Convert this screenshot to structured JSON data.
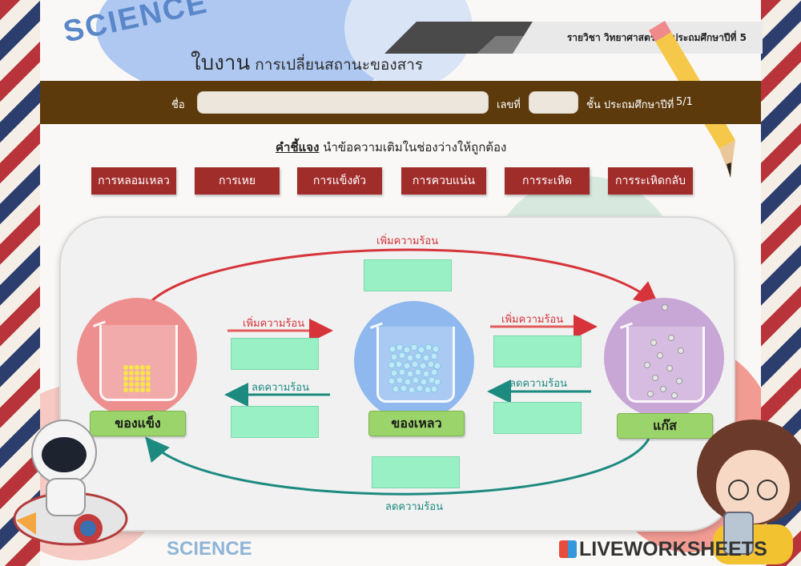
{
  "header": {
    "science_logo": "SCIENCE",
    "worksheet_word": "ใบงาน",
    "worksheet_topic": "การเปลี่ยนสถานะของสาร",
    "subject_tag": "รายวิชา วิทยาศาสตร์  ชั้นประถมศึกษาปีที่ 5"
  },
  "student_bar": {
    "name_label": "ชื่อ",
    "number_label": "เลขที่",
    "class_label": "ชั้น ประถมศึกษาปีที่",
    "class_value": "5/1"
  },
  "instruction": {
    "head": "คำชี้แจง",
    "text": "นำข้อความเติมในช่องว่างให้ถูกต้อง"
  },
  "word_bank": [
    "การหลอมเหลว",
    "การเหย",
    "การแข็งตัว",
    "การควบแน่น",
    "การระเหิด",
    "การระเหิดกลับ"
  ],
  "diagram": {
    "states": {
      "solid": "ของแข็ง",
      "liquid": "ของเหลว",
      "gas": "แก๊ส"
    },
    "arrows": {
      "top_long": "เพิ่มความร้อน",
      "solid_to_liquid": "เพิ่มความร้อน",
      "liquid_to_solid": "ลดความร้อน",
      "liquid_to_gas": "เพิ่มความร้อน",
      "gas_to_liquid": "ลดความร้อน",
      "bottom_long": "ลดความร้อน"
    }
  },
  "footer": {
    "science_text": "SCIENCE",
    "brand": "LIVEWORKSHEETS"
  },
  "colors": {
    "bar_brown": "#5c3a0c",
    "word_red": "#a12d2b",
    "answer_green": "#99f0c5",
    "heat_red": "#d6343a",
    "cool_teal": "#1d8a80",
    "label_green": "#9bd46a"
  }
}
